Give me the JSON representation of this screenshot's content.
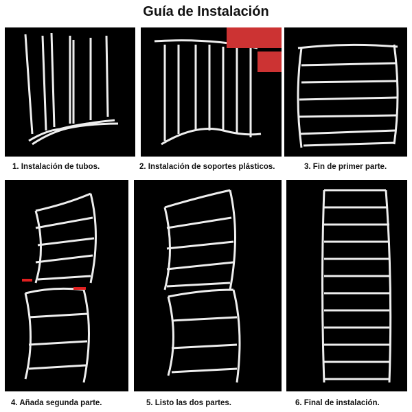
{
  "title": "Guía de Instalación",
  "steps": [
    {
      "caption": "1. Instalación de tubos."
    },
    {
      "caption": "2. Instalación de soportes plásticos."
    },
    {
      "caption": "3. Fin de primer parte."
    },
    {
      "caption": "4. Añada segunda parte."
    },
    {
      "caption": "5. Listo las dos partes."
    },
    {
      "caption": "6. Final de instalación."
    }
  ],
  "colors": {
    "background": "#000000",
    "frame": "#ffffff",
    "arrow": "#e02020"
  }
}
